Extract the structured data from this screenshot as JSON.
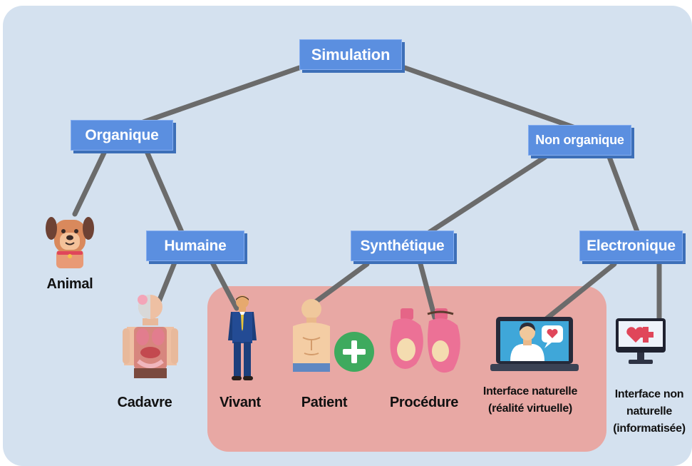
{
  "nodes": {
    "simulation": "Simulation",
    "organique": "Organique",
    "non_organique": "Non organique",
    "humaine": "Humaine",
    "synthetique": "Synthétique",
    "electronique": "Electronique"
  },
  "leaves": {
    "animal": "Animal",
    "cadavre": "Cadavre",
    "vivant": "Vivant",
    "patient": "Patient",
    "procedure": "Procédure",
    "interface_naturelle": [
      "Interface naturelle",
      "(réalité virtuelle)"
    ],
    "interface_non_naturelle": [
      "Interface non",
      "naturelle",
      "(informatisée)"
    ]
  },
  "icons": {
    "animal": "dog-icon",
    "cadavre": "anatomy-torso-icon",
    "vivant": "businessman-icon",
    "patient": "patient-plus-icon",
    "procedure": "organ-models-icon",
    "interface_naturelle": "virtual-doctor-laptop-icon",
    "interface_non_naturelle": "computer-heart-icon"
  },
  "colors": {
    "background": "#d4e1ef",
    "node_fill": "#5b8fe0",
    "node_shadow": "#3d6fb8",
    "edge": "#6b6b6b",
    "highlight": "#e8a8a4"
  }
}
